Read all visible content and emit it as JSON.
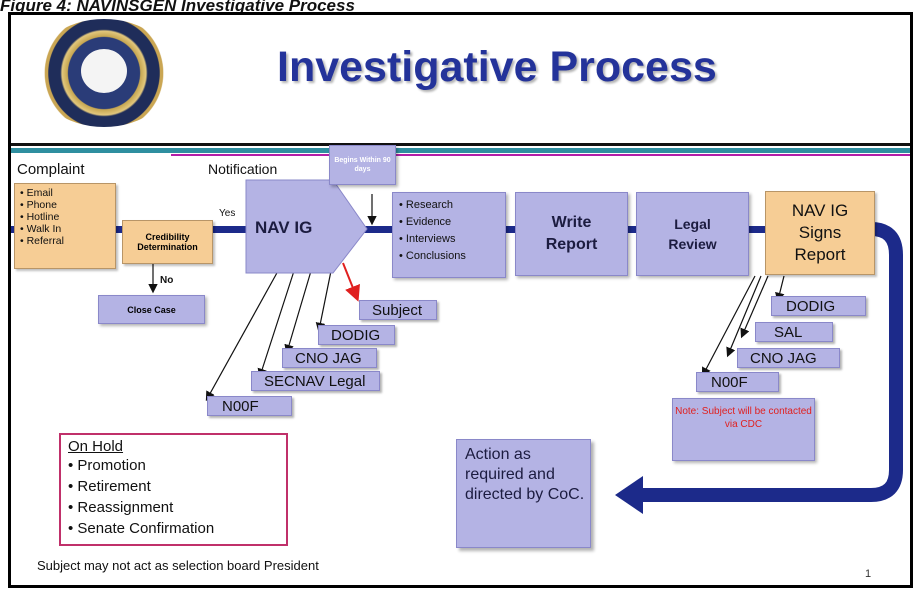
{
  "caption": "Figure 4: NAVINSGEN Investigative Process",
  "title": "Investigative Process",
  "labels": {
    "complaint": "Complaint",
    "notification": "Notification",
    "yes": "Yes",
    "no": "No"
  },
  "complaint_sources": [
    "Email",
    "Phone",
    "Hotline",
    "Walk In",
    "Referral"
  ],
  "credibility": "Credibility Determination",
  "close_case": "Close Case",
  "nav_ig": "NAV IG",
  "begins": "Begins Within 90 days",
  "steps": [
    "Research",
    "Evidence",
    "Interviews",
    "Conclusions"
  ],
  "write_report": "Write Report",
  "legal_review": "Legal Review",
  "signs_report": "NAV IG Signs Report",
  "notify_left": [
    "Subject",
    "DODIG",
    "CNO JAG",
    "SECNAV Legal",
    "N00F"
  ],
  "notify_right": [
    "DODIG",
    "SAL",
    "CNO JAG",
    "N00F"
  ],
  "note": "Note: Subject will be contacted via CDC",
  "action": "Action as required and directed by CoC.",
  "on_hold": {
    "heading": "On Hold",
    "items": [
      "Promotion",
      "Retirement",
      "Reassignment",
      "Senate Confirmation"
    ]
  },
  "footer": "Subject may not act as selection board President",
  "page_number": "1",
  "colors": {
    "title": "#24339a",
    "box_lavender": "#b4b3e4",
    "box_beige": "#f6cd95",
    "flow_line": "#1c2a8a",
    "subject_arrow": "#e0201f",
    "hold_border": "#c0306a"
  }
}
